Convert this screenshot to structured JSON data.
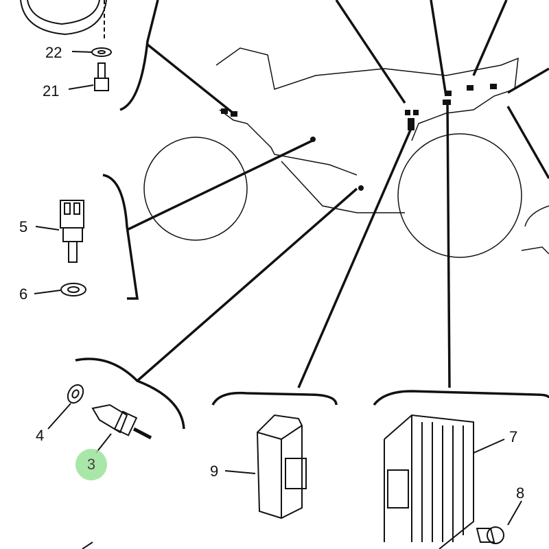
{
  "callouts": {
    "c22": "22",
    "c21": "21",
    "c5": "5",
    "c6": "6",
    "c4": "4",
    "c3": "3",
    "c9": "9",
    "c7": "7",
    "c8": "8"
  },
  "highlight_color": "#9be39b"
}
